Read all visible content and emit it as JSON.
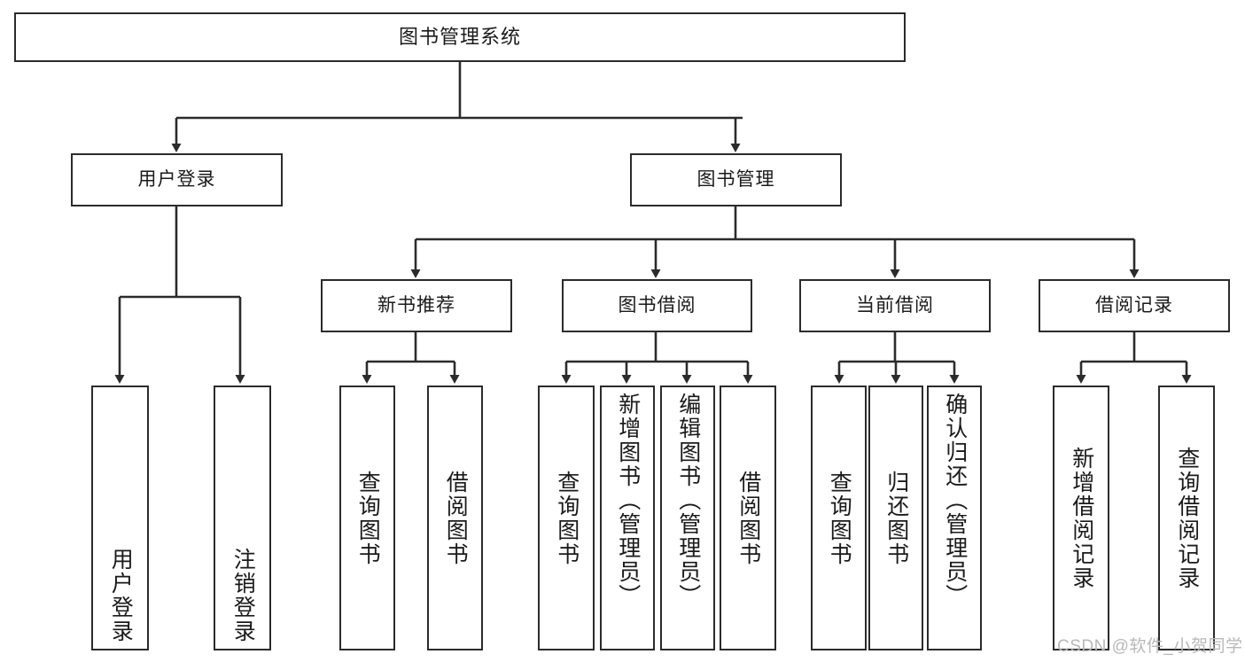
{
  "diagram": {
    "title": "图书管理系统",
    "type": "tree-hierarchy",
    "watermark": "CSDN @软件_小贺同学",
    "colors": {
      "stroke": "#2b2b2b",
      "fill": "#ffffff",
      "text": "#1a1a1a",
      "watermark": "#b8b8b8"
    },
    "root": {
      "label": "图书管理系统"
    },
    "level2": [
      {
        "id": "user-login",
        "label": "用户登录"
      },
      {
        "id": "book-manage",
        "label": "图书管理"
      }
    ],
    "level3": [
      {
        "id": "new-book-rec",
        "label": "新书推荐"
      },
      {
        "id": "book-borrow",
        "label": "图书借阅"
      },
      {
        "id": "current-borrow",
        "label": "当前借阅"
      },
      {
        "id": "borrow-record",
        "label": "借阅记录"
      }
    ],
    "leaves": [
      {
        "id": "leaf-user-login",
        "label": "用户登录",
        "parent": "user-login",
        "align": "bottom"
      },
      {
        "id": "leaf-logout",
        "label": "注销登录",
        "parent": "user-login",
        "align": "bottom"
      },
      {
        "id": "leaf-query-book-1",
        "label": "查询图书",
        "parent": "new-book-rec",
        "align": "center"
      },
      {
        "id": "leaf-borrow-book-1",
        "label": "借阅图书",
        "parent": "new-book-rec",
        "align": "center"
      },
      {
        "id": "leaf-query-book-2",
        "label": "查询图书",
        "parent": "book-borrow",
        "align": "center"
      },
      {
        "id": "leaf-add-book",
        "label": "新增图书（管理员）",
        "parent": "book-borrow",
        "align": "top"
      },
      {
        "id": "leaf-edit-book",
        "label": "编辑图书（管理员）",
        "parent": "book-borrow",
        "align": "top"
      },
      {
        "id": "leaf-borrow-book-2",
        "label": "借阅图书",
        "parent": "book-borrow",
        "align": "center"
      },
      {
        "id": "leaf-query-book-3",
        "label": "查询图书",
        "parent": "current-borrow",
        "align": "center"
      },
      {
        "id": "leaf-return-book",
        "label": "归还图书",
        "parent": "current-borrow",
        "align": "center"
      },
      {
        "id": "leaf-confirm-return",
        "label": "确认归还（管理员）",
        "parent": "current-borrow",
        "align": "top"
      },
      {
        "id": "leaf-add-record",
        "label": "新增借阅记录",
        "parent": "borrow-record",
        "align": "center"
      },
      {
        "id": "leaf-query-record",
        "label": "查询借阅记录",
        "parent": "borrow-record",
        "align": "center"
      }
    ]
  }
}
